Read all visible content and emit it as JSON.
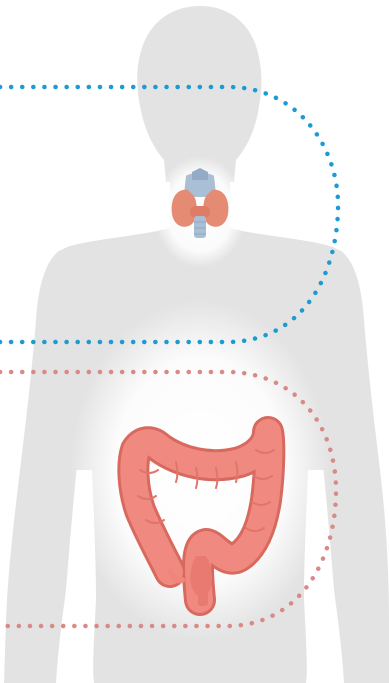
{
  "figure": {
    "subject": "human-body-silhouette",
    "organs": [
      {
        "id": "thyroid",
        "icon": "thyroid-icon"
      },
      {
        "id": "colon",
        "icon": "colon-icon"
      }
    ]
  },
  "colors": {
    "background": "#ffffff",
    "silhouette": "#e3e3e3",
    "organ_glow": "#ffffff",
    "thyroid_tissue": "#e58a73",
    "thyroid_cartilage": "#a8bfd6",
    "colon_fill": "#f08a80",
    "colon_shadow": "#d8695f",
    "colon_rectum": "#e97a72",
    "upper_callout": "#1b9bd1",
    "lower_callout": "#d98a86"
  }
}
